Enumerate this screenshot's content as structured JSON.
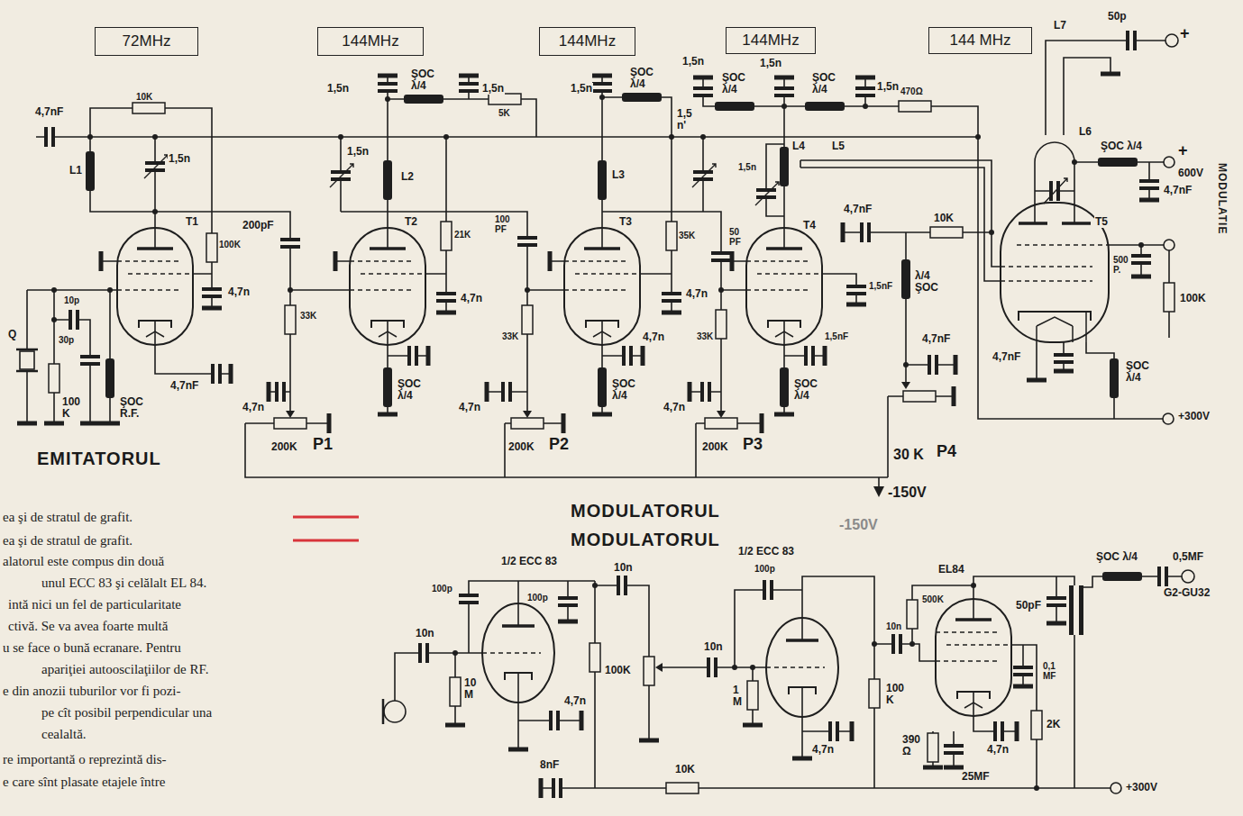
{
  "diagram": {
    "nodes": [
      {
        "text": [
          "72MHz"
        ]
      },
      {
        "text": [
          "144MHz"
        ]
      },
      {
        "text": [
          "144MHz"
        ]
      },
      {
        "text": [
          "144MHz"
        ]
      },
      {
        "text": [
          "144 MHz"
        ]
      }
    ],
    "labels": [
      "L7",
      "50p",
      "+",
      "4,7nF",
      "10K",
      "1,5n",
      "L1",
      "T1",
      "100K",
      "4,7n",
      "1,5n",
      "ŞOC λ/4",
      "1,5n",
      "5K",
      "1,5n",
      "L2",
      "T2",
      "21K",
      "200pF",
      "4,7n",
      "10p",
      "30p",
      "Q",
      "100 K",
      "ŞOC R.F.",
      "4,7nF",
      "33K",
      "4,7n",
      "ŞOC λ/4",
      "200K",
      "P1",
      "EMITATORUL",
      "1,5n",
      "ŞOC λ/4",
      "L3",
      "100 PF",
      "T3",
      "35K",
      "4,7n",
      "4,7n",
      "33K",
      "4,7n",
      "ŞOC λ/4",
      "200K",
      "P2",
      "1,5n",
      "ŞOC λ/4",
      "1,5n",
      "ŞOC λ/4",
      "1,5n",
      "470Ω",
      "1,5 n'",
      "1,5n",
      "L4",
      "L5",
      "50 PF",
      "T4",
      "4,7nF",
      "10K",
      "λ/4 ŞOC",
      "1,5nF",
      "1,5nF",
      "33K",
      "4,7n",
      "ŞOC λ/4",
      "200K",
      "P3",
      "4,7nF",
      "30 K",
      "P4",
      "-150V",
      "L6",
      "ŞOC λ/4",
      "+",
      "600V",
      "4,7nF",
      "T5",
      "MODULATIE",
      "500 P.",
      "100K",
      "4,7nF",
      "ŞOC λ/4",
      "+300V",
      "MODULATORUL",
      "MODULATORUL",
      "-150V",
      "1/2 ECC 83",
      "100p",
      "100p",
      "10n",
      "10n",
      "10 M",
      "4,7n",
      "100K",
      "8nF",
      "1/2 ECC 83",
      "100p",
      "10n",
      "1 M",
      "4,7n",
      "10K",
      "500K",
      "10n",
      "100 K",
      "EL84",
      "50pF",
      "ŞOC λ/4",
      "0,5MF",
      "G2-GU32",
      "4,7n",
      "0,1 MF",
      "2K",
      "390 Ω",
      "25MF",
      "+300V",
      "ea şi de stratul de grafit.",
      "ea şi de stratul de grafit.",
      "alatorul este compus din două",
      "unul ECC 83 şi celălalt EL 84.",
      "intă nici un fel de particularitate",
      "ctivă. Se va avea foarte multă",
      "u se face o bună ecranare. Pentru",
      "apariţiei autooscilaţiilor de RF.",
      "e din anozii tuburilor vor fi pozi-",
      "pe cît posibil perpendicular una",
      "cealaltă.",
      "re importantă o reprezintă dis-",
      "e care sînt plasate etajele între"
    ]
  }
}
